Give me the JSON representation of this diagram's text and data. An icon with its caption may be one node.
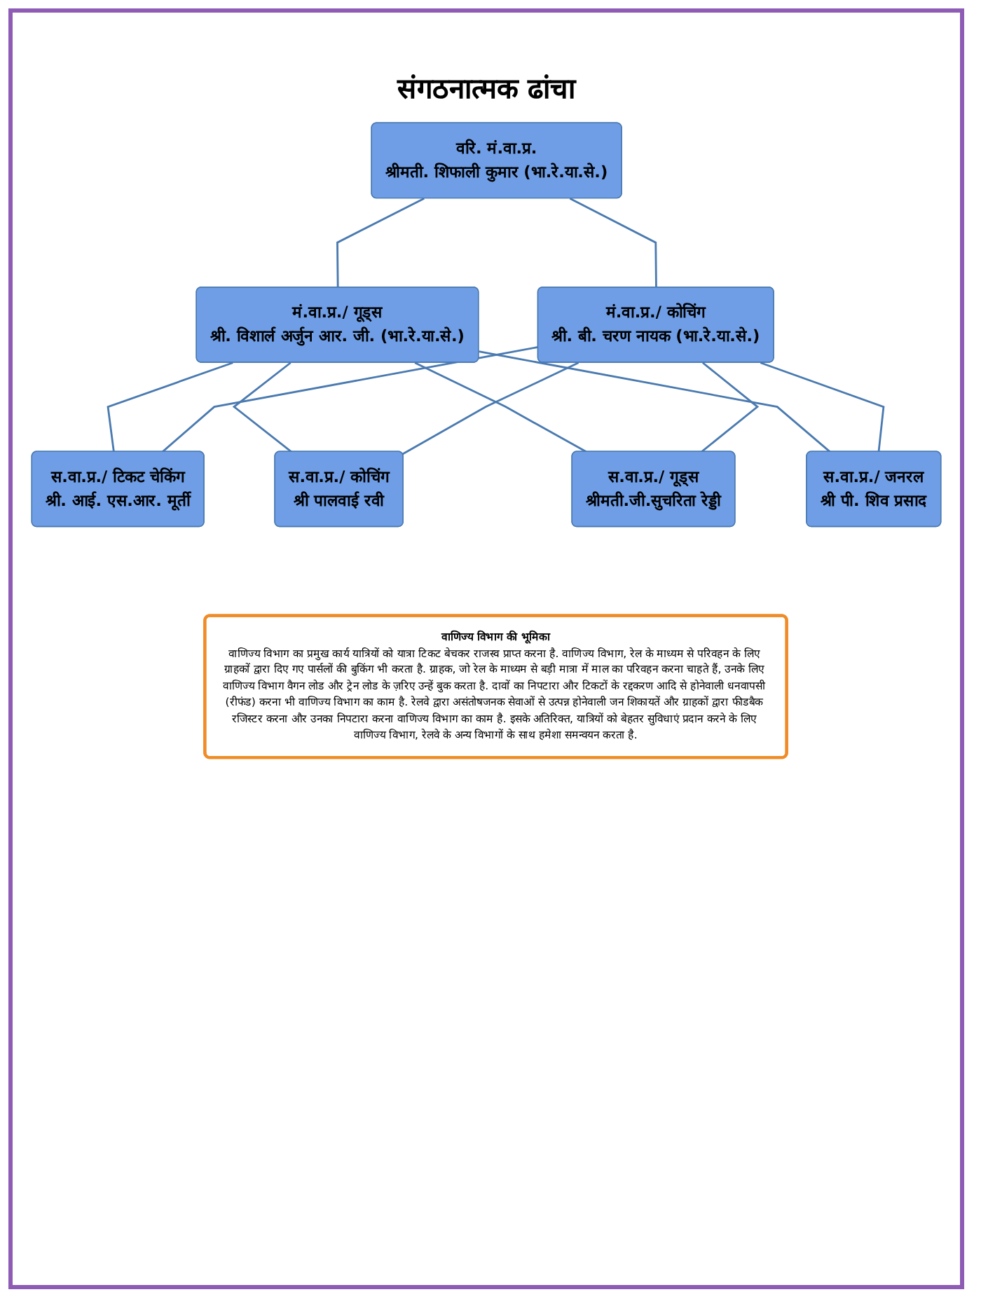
{
  "diagram": {
    "title": "संगठनात्मक ढांचा",
    "nodes": [
      {
        "text": [
          "वरि. मं.वा.प्र.",
          "श्रीमती. शिफाली  कुमार (भा.रे.या.से.)"
        ]
      },
      {
        "text": [
          "मं.वा.प्र./ गूड्स",
          "श्री. विशार्ल अर्जुन आर. जी. (भा.रे.या.से.)"
        ]
      },
      {
        "text": [
          "मं.वा.प्र./ कोचिंग",
          "श्री. बी. चरण नायक (भा.रे.या.से.)"
        ]
      },
      {
        "text": [
          "स.वा.प्र./ टिकट चेकिंग",
          "श्री. आई. एस.आर. मूर्ती"
        ]
      },
      {
        "text": [
          "स.वा.प्र./ कोचिंग",
          "श्री पालवाई रवी"
        ]
      },
      {
        "text": [
          "स.वा.प्र./ गूड्स",
          "श्रीमती.जी.सुचरिता रेड्डी"
        ]
      },
      {
        "text": [
          "स.वा.प्र./ जनरल",
          "श्री पी. शिव प्रसाद"
        ]
      },
      {
        "text": [
          "वाणिज्य विभाग की भूमिका",
          "वाणिज्य विभाग का प्रमुख कार्य यात्रियों को यात्रा टिकट बेचकर राजस्व प्राप्त करना है. वाणिज्य विभाग, रेल के माध्यम से परिवहन के लिए ग्राहकों द्वारा दिए गए पार्सलों की बुकिंग भी करता है. ग्राहक, जो रेल के माध्यम से बड़ी मात्रा में माल का परिवहन करना चाहते हैं, उनके लिए वाणिज्य विभाग वैगन लोड और ट्रेन लोड के ज़रिए उन्हें बुक करता है. दावों का निपटारा और टिकटों के रद्दकरण आदि से होनेवाली धनवापसी (रीफंड) करना भी वाणिज्य विभाग का काम है. रेलवे द्वारा असंतोषजनक सेवाओं से उत्पन्न होनेवाली जन शिकायतें और ग्राहकों द्वारा फीडबैक रजिस्टर करना और उनका निपटारा करना वाणिज्य विभाग का काम है. इसके अतिरिक्त, यात्रियों को बेहतर सुविधाएं प्रदान करने के लिए वाणिज्य विभाग, रेलवे के अन्य विभागों के साथ हमेशा समन्वयन करता है."
        ]
      }
    ],
    "edges": [
      {
        "from": 0,
        "to": 1,
        "arrow": "none"
      },
      {
        "from": 0,
        "to": 2,
        "arrow": "none"
      },
      {
        "from": 1,
        "to": 3,
        "arrow": "none"
      },
      {
        "from": 1,
        "to": 4,
        "arrow": "none"
      },
      {
        "from": 1,
        "to": 5,
        "arrow": "none"
      },
      {
        "from": 1,
        "to": 6,
        "arrow": "none"
      },
      {
        "from": 2,
        "to": 3,
        "arrow": "none"
      },
      {
        "from": 2,
        "to": 4,
        "arrow": "none"
      },
      {
        "from": 2,
        "to": 5,
        "arrow": "none"
      },
      {
        "from": 2,
        "to": 6,
        "arrow": "none"
      }
    ]
  }
}
